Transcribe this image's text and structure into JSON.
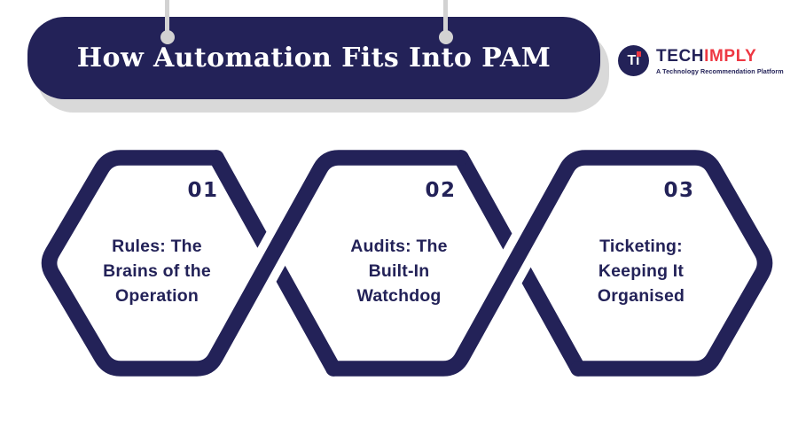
{
  "header": {
    "title": "How Automation Fits Into PAM"
  },
  "brand": {
    "monogram": "Ti",
    "name_tech": "TECH",
    "name_imply": "IMPLY",
    "tagline": "A Technology Recommendation Platform"
  },
  "steps": [
    {
      "number": "01",
      "lines": [
        "Rules: The",
        "Brains of the",
        "Operation"
      ]
    },
    {
      "number": "02",
      "lines": [
        "Audits: The",
        "Built-In",
        "Watchdog"
      ]
    },
    {
      "number": "03",
      "lines": [
        "Ticketing:",
        "Keeping It",
        "Organised"
      ]
    }
  ],
  "icons": {
    "pins": "pin-icon",
    "logo_mark": "techimply-monogram-icon",
    "chain": "hexagon-chain-graphic"
  },
  "colors": {
    "navy": "#232258",
    "red": "#ee3742",
    "shadow": "#d9d9d9",
    "pin": "#d2d2d2",
    "background": "#ffffff"
  }
}
